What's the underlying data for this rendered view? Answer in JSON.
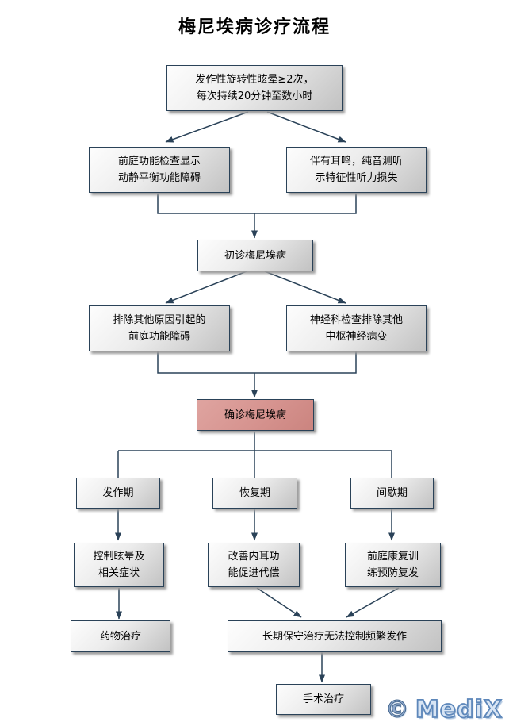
{
  "title": "梅尼埃病诊疗流程",
  "colors": {
    "box_border": "#2a4258",
    "connector": "#2a4258",
    "box_fill_top": "#fdfdfd",
    "box_fill_bottom": "#c2c2c2",
    "confirm_fill": "#d6938f",
    "logo_blue": "#5d87ba"
  },
  "nodes": {
    "symptoms": {
      "line1": "发作性旋转性眩晕≥2次，",
      "line2": "每次持续20分钟至数小时"
    },
    "vestibular": {
      "line1": "前庭功能检查显示",
      "line2": "动静平衡功能障碍"
    },
    "tinnitus": {
      "line1": "伴有耳鸣，纯音测听",
      "line2": "示特征性听力损失"
    },
    "initial": {
      "line1": "初诊梅尼埃病"
    },
    "exclude": {
      "line1": "排除其他原因引起的",
      "line2": "前庭功能障碍"
    },
    "neuro": {
      "line1": "神经科检查排除其他",
      "line2": "中枢神经病变"
    },
    "confirm": {
      "line1": "确诊梅尼埃病"
    },
    "attack": {
      "line1": "发作期"
    },
    "recovery": {
      "line1": "恢复期"
    },
    "intermission": {
      "line1": "间歇期"
    },
    "control": {
      "line1": "控制眩晕及",
      "line2": "相关症状"
    },
    "improve": {
      "line1": "改善内耳功",
      "line2": "能促进代偿"
    },
    "rehab": {
      "line1": "前庭康复训",
      "line2": "练预防复发"
    },
    "drug": {
      "line1": "药物治疗"
    },
    "longterm": {
      "line1": "长期保守治疗无法控制频繁发作"
    },
    "surgery": {
      "line1": "手术治疗"
    }
  },
  "watermark": {
    "symbol": "©",
    "text": "MediX"
  }
}
